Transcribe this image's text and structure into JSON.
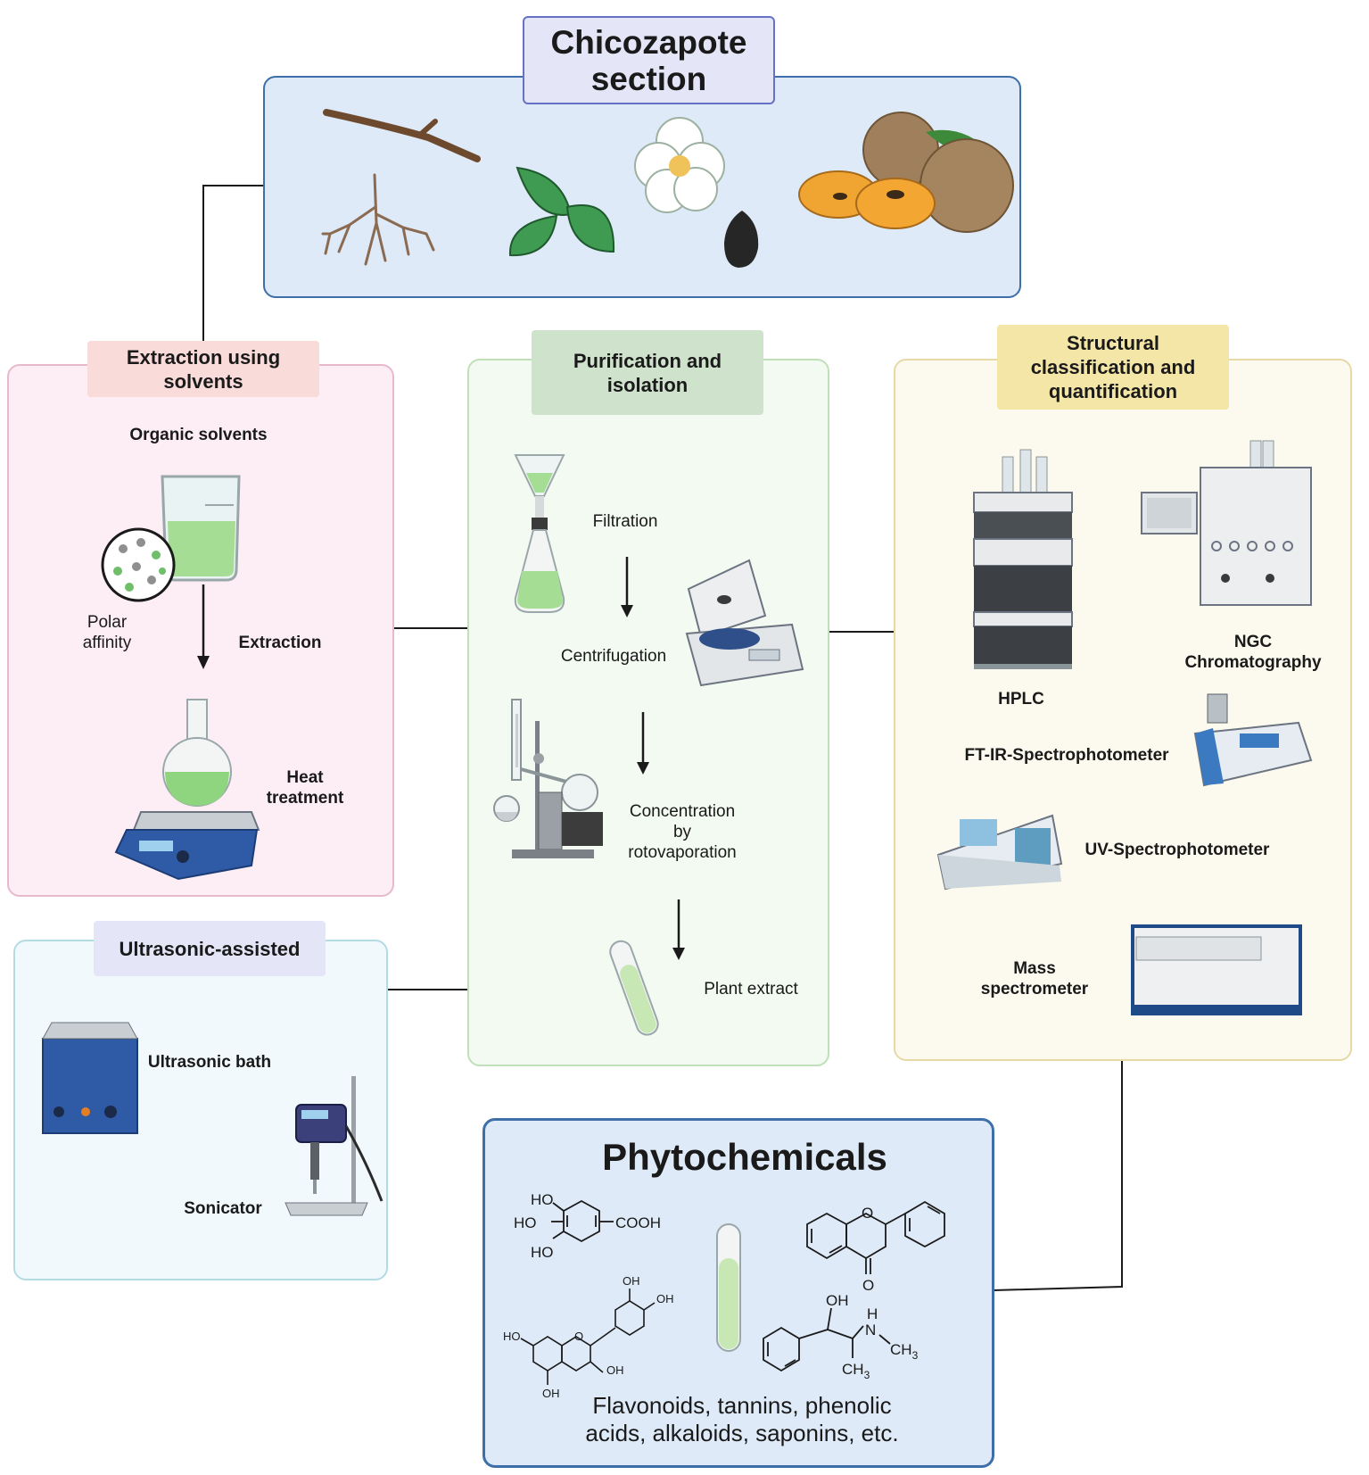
{
  "title": {
    "line1": "Chicozapote",
    "line2": "section"
  },
  "extraction": {
    "tag_line1": "Extraction using",
    "tag_line2": "solvents",
    "organic_solvents": "Organic solvents",
    "polar_line1": "Polar",
    "polar_line2": "affinity",
    "extraction_label": "Extraction",
    "heat_line1": "Heat",
    "heat_line2": "treatment"
  },
  "purification": {
    "tag_line1": "Purification and",
    "tag_line2": "isolation",
    "filtration": "Filtration",
    "centrifugation": "Centrifugation",
    "conc_line1": "Concentration",
    "conc_line2": "by",
    "conc_line3": "rotovaporation",
    "plant_extract": "Plant extract"
  },
  "structural": {
    "tag_line1": "Structural",
    "tag_line2": "classification and",
    "tag_line3": "quantification",
    "ngc_line1": "NGC",
    "ngc_line2": "Chromatography",
    "hplc": "HPLC",
    "ftir": "FT-IR-Spectrophotometer",
    "uv": "UV-Spectrophotometer",
    "mass_line1": "Mass",
    "mass_line2": "spectrometer"
  },
  "ultrasonic": {
    "tag": "Ultrasonic-assisted",
    "bath": "Ultrasonic bath",
    "sonicator": "Sonicator"
  },
  "phytochemicals": {
    "title": "Phytochemicals",
    "desc_line1": "Flavonoids, tannins, phenolic",
    "desc_line2": "acids, alkaloids, saponins, etc.",
    "gallic": {
      "ho1": "HO",
      "ho2": "HO",
      "ho3": "HO",
      "cooh": "COOH"
    },
    "flavone": {
      "o1": "O",
      "o2": "O"
    },
    "glycoside": {
      "ho": "HO",
      "oh1": "OH",
      "oh2": "OH",
      "oh3": "OH",
      "oh4": "OH",
      "o": "O"
    },
    "ephedrine": {
      "oh": "OH",
      "h": "H",
      "n": "N",
      "ch3a": "CH",
      "ch3b": "CH",
      "sub": "3"
    }
  },
  "colors": {
    "top_panel_bg": "#deeaf7",
    "top_panel_border": "#3f6fa8",
    "title_bg": "#e4e6f7",
    "title_border": "#6673c4",
    "pink_bg": "#fdeef6",
    "pink_border": "#e8b9cd",
    "pink_tag": "#f9dcda",
    "green_bg": "#f3faf1",
    "green_border": "#bfe0b8",
    "green_tag": "#cfe2cb",
    "yellow_bg": "#fcfaee",
    "yellow_border": "#e6d9a6",
    "yellow_tag": "#f4e6a6",
    "ultra_bg": "#f2f9fc",
    "ultra_border": "#b3dbe4",
    "ultra_tag": "#e4e6f7",
    "phyto_bg": "#deeaf7",
    "phyto_border": "#3f6fa8"
  }
}
